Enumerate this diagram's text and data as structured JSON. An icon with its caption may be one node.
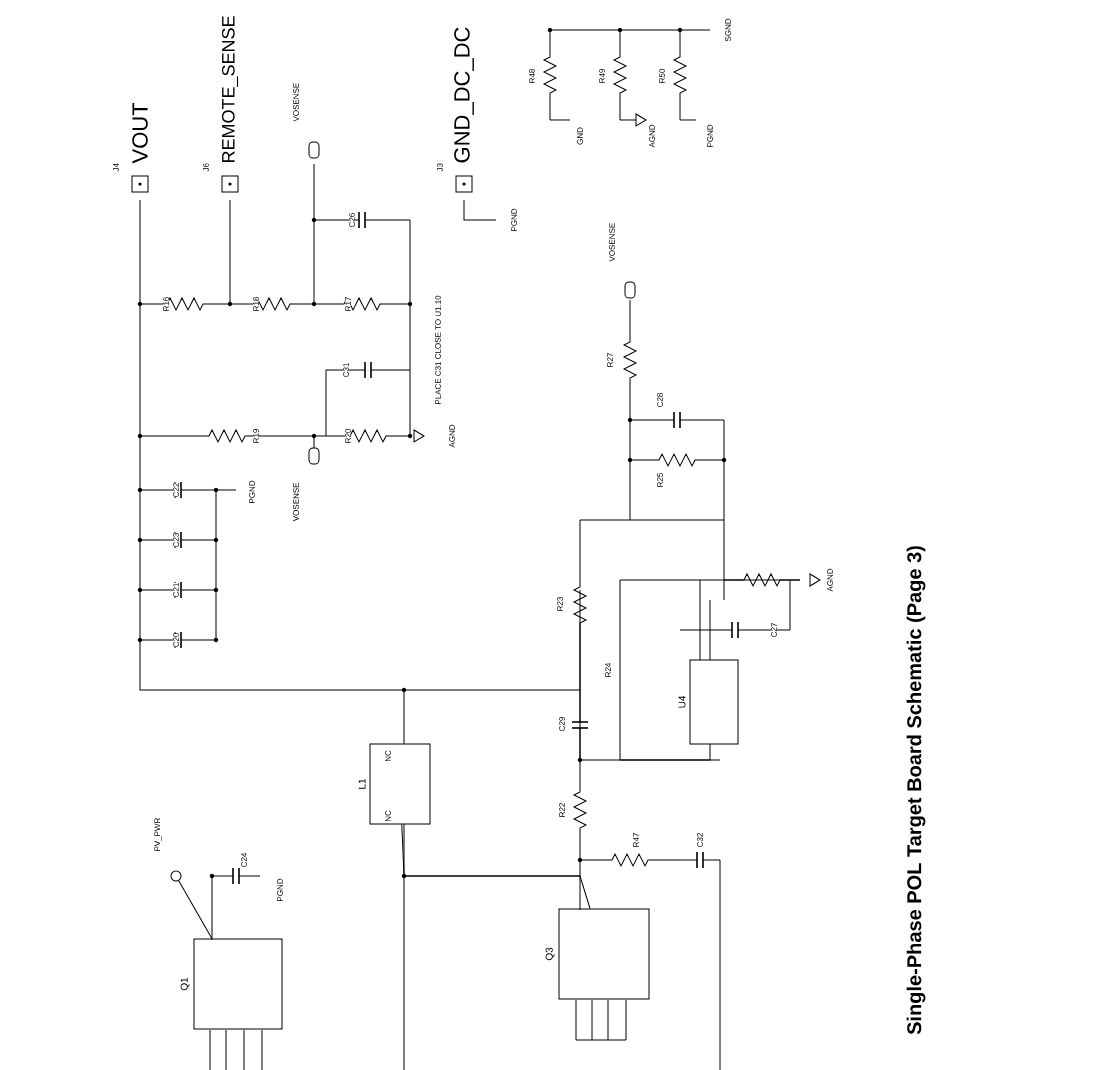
{
  "diagram": {
    "title": "Single-Phase POL Target Board Schematic (Page 3)",
    "nodes": [
      {
        "text": [
          "VOUT"
        ],
        "beside": [
          "J4"
        ]
      },
      {
        "text": [
          "REMOTE_SENSE"
        ],
        "beside": [
          "J6"
        ]
      },
      {
        "text": [
          "GND_DC_DC"
        ],
        "beside": [
          "J3"
        ]
      },
      {
        "text": [
          "VOSENSE"
        ]
      },
      {
        "text": [
          "VOSENSE"
        ]
      },
      {
        "text": [
          "VOSENSE"
        ]
      },
      {
        "text": [
          "PV_PWR"
        ]
      },
      {
        "text": [
          "U4"
        ]
      },
      {
        "text": [
          "L1"
        ]
      },
      {
        "text": [
          "Q1"
        ]
      },
      {
        "text": [
          "Q3"
        ]
      }
    ],
    "edges": [
      {
        "from": 6,
        "to": 9,
        "arrow": "none"
      },
      {
        "from": 8,
        "to": 10,
        "arrow": "none"
      }
    ],
    "labels": [
      "R16",
      "R18",
      "R17",
      "C26",
      "C31",
      "R19",
      "R20",
      "PLACE C31 CLOSE TO U1.10",
      "AGND",
      "PGND",
      "C22",
      "C23",
      "C21",
      "C20",
      "PGND",
      "R48",
      "R49",
      "R50",
      "SGND",
      "GND",
      "AGND",
      "PGND",
      "R27",
      "C28",
      "R25",
      "R23",
      "R24",
      "C27",
      "AGND",
      "C29",
      "R22",
      "R47",
      "C32",
      "C24",
      "PGND",
      "NC",
      "NC"
    ]
  }
}
